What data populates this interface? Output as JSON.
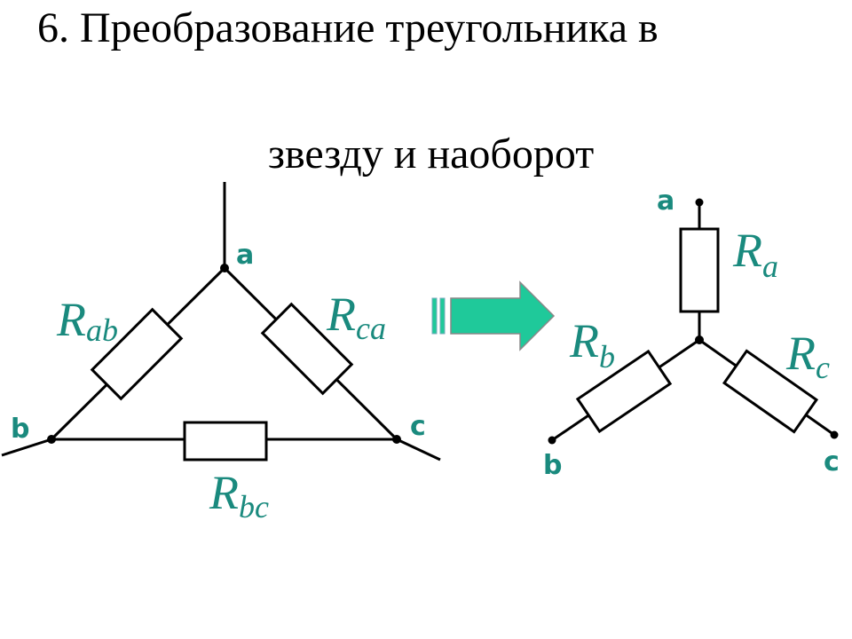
{
  "title": {
    "line1": "6. Преобразование треугольника в",
    "line2": "звезду и наоборот"
  },
  "colors": {
    "label": "#1a8a7e",
    "wire": "#000000",
    "arrow_fill": "#1fc99a"
  },
  "delta": {
    "nodes": {
      "a": "a",
      "b": "b",
      "c": "c"
    },
    "resistors": {
      "ab": {
        "main": "R",
        "sub": "ab"
      },
      "ca": {
        "main": "R",
        "sub": "ca"
      },
      "bc": {
        "main": "R",
        "sub": "bc"
      }
    }
  },
  "star": {
    "nodes": {
      "a": "a",
      "b": "b",
      "c": "c"
    },
    "resistors": {
      "a": {
        "main": "R",
        "sub": "a"
      },
      "b": {
        "main": "R",
        "sub": "b"
      },
      "c": {
        "main": "R",
        "sub": "c"
      }
    }
  },
  "arrow_icon": "right-arrow-icon"
}
